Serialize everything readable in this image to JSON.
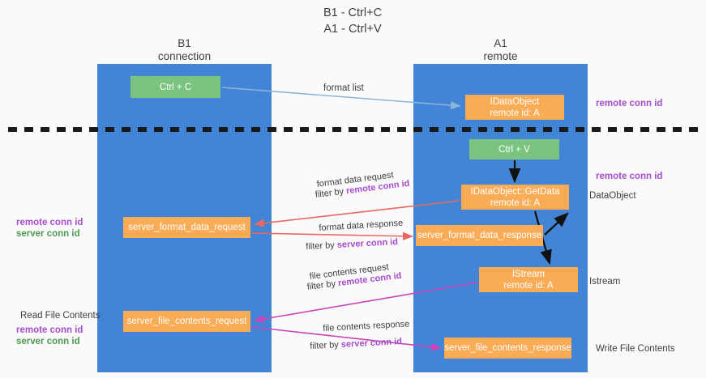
{
  "doc": {
    "title_line1": "B1 - Ctrl+C",
    "title_line2": "A1 - Ctrl+V"
  },
  "lanes": [
    {
      "id": "b1",
      "name_line1": "B1",
      "name_line2": "connection",
      "color": "#4285d6"
    },
    {
      "id": "a1",
      "name_line1": "A1",
      "name_line2": "remote",
      "color": "#4285d6"
    }
  ],
  "nodes": {
    "ctrl_c": {
      "line1": "Ctrl + C",
      "line2": "",
      "color": "#7bc47f"
    },
    "idataobject": {
      "line1": "IDataObject",
      "line2": "remote id: A",
      "color": "#f9ab55"
    },
    "ctrl_v": {
      "line1": "Ctrl + V",
      "line2": "",
      "color": "#7bc47f"
    },
    "getdata": {
      "line1": "IDataObject::GetData",
      "line2": "remote id: A",
      "color": "#f9ab55"
    },
    "server_format_data_request": {
      "line1": "server_format_data_request",
      "line2": "",
      "color": "#f9ab55"
    },
    "server_format_data_response": {
      "line1": "server_format_data_response",
      "line2": "",
      "color": "#f9ab55"
    },
    "istream": {
      "line1": "IStream",
      "line2": "remote id: A",
      "color": "#f9ab55"
    },
    "server_file_contents_request": {
      "line1": "server_file_contents_request",
      "line2": "",
      "color": "#f9ab55"
    },
    "server_file_contents_response": {
      "line1": "server_file_contents_response",
      "line2": "",
      "color": "#f9ab55"
    }
  },
  "labels": {
    "format_list": "format list",
    "remote_conn_id_1": "remote conn id",
    "remote_conn_id_2": "remote conn id",
    "dataobject": "DataObject",
    "istream": "Istream",
    "write_file_contents": "Write File Contents",
    "read_file_contents": "Read File Contents",
    "remote_conn_id_left_1": "remote conn id",
    "server_conn_id_left_1": "server conn id",
    "remote_conn_id_left_2": "remote conn id",
    "server_conn_id_left_2": "server conn id",
    "format_data_request": "format data request",
    "filter_by": "filter by",
    "filter_remote_conn_id_1": "remote conn id",
    "format_data_response": "format data response",
    "filter_server_conn_id_1": "server conn id",
    "file_contents_request": "file contents request",
    "filter_remote_conn_id_2": "remote conn id",
    "file_contents_response": "file contents response",
    "filter_server_conn_id_2": "server conn id"
  },
  "colors": {
    "lane_blue": "#4285d6",
    "node_green": "#7bc47f",
    "node_orange": "#f9ab55",
    "accent_purple": "#a64ccc",
    "accent_green": "#4e9a51",
    "arrow_light_blue": "#8ab4d8",
    "arrow_red": "#e8695f",
    "arrow_magenta": "#cc44bb",
    "arrow_black": "#000000",
    "divider_black": "#1a1a1a"
  }
}
